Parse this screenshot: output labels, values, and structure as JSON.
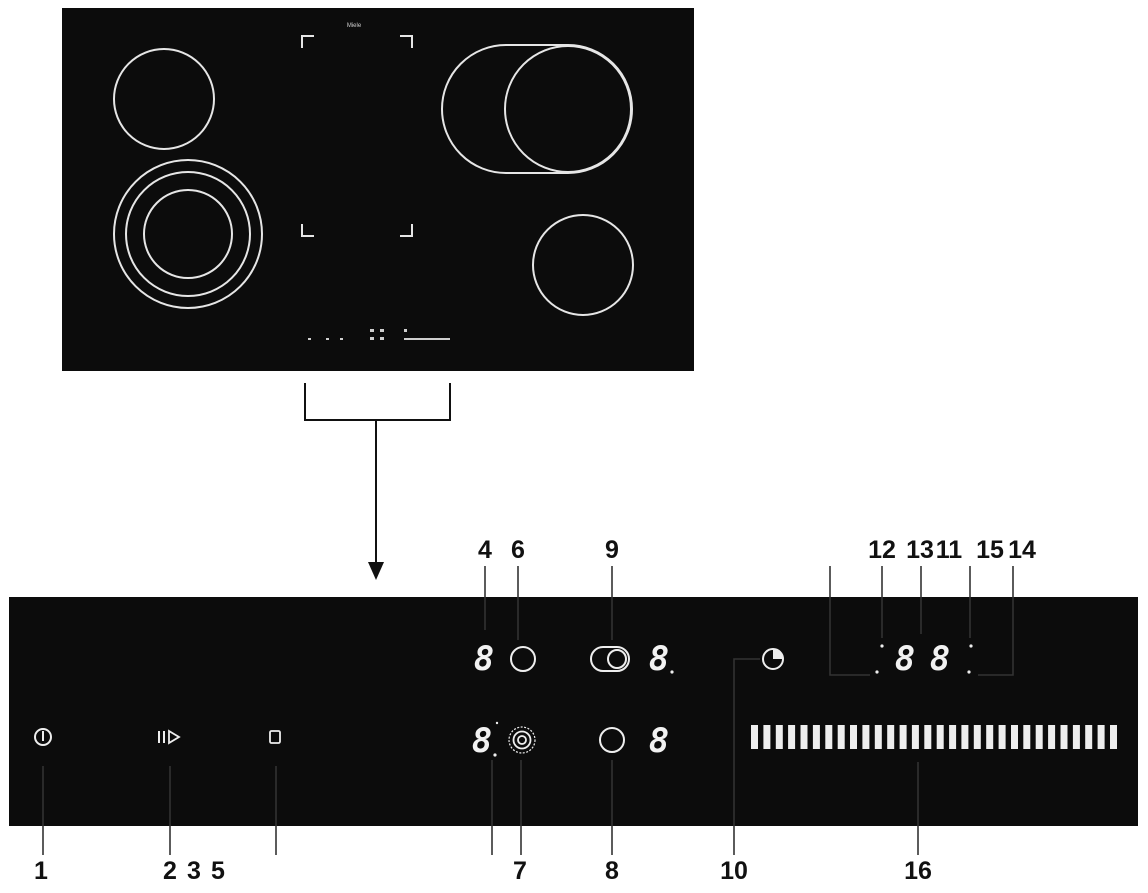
{
  "hob": {
    "brand_label": "Miele",
    "control_strip_marks": [
      "· · ·",
      "⠿ ·",
      "▬▬▬▬"
    ]
  },
  "control_panel": {
    "zone_displays": {
      "front_left": "8",
      "front_middle": "8",
      "rear_middle": "8",
      "rear_right": "8"
    },
    "timer_display": [
      "8",
      "8"
    ],
    "power_slider_segments": 30
  },
  "callouts": {
    "c1": "1",
    "c2": "2",
    "c3": "3",
    "c5": "5",
    "c4": "4",
    "c6": "6",
    "c7": "7",
    "c8": "8",
    "c9": "9",
    "c10": "10",
    "c11": "11",
    "c12": "12",
    "c13": "13",
    "c14": "14",
    "c15": "15",
    "c16": "16"
  },
  "icons": {
    "on_off": "power-icon",
    "start_stop": "pause-play-icon",
    "keep_warm": "square-icon",
    "zone_selector": "circle-icon",
    "extended_zone": "dual-ring-icon",
    "triple_zone": "triple-ring-icon",
    "timer": "clock-icon"
  },
  "colors": {
    "glass": "#0c0c0c",
    "outline": "#e6e6e6",
    "callout_line": "#333333"
  }
}
